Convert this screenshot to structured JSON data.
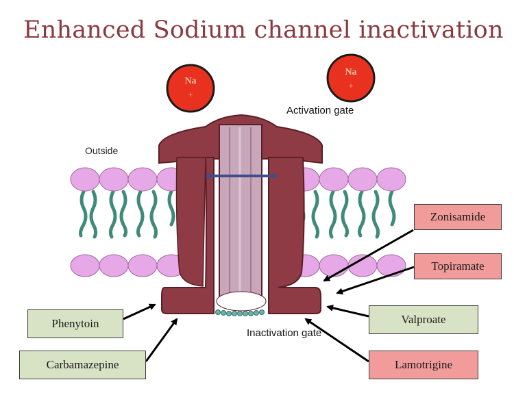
{
  "title": "Enhanced Sodium channel inactivation",
  "labels": {
    "outside": "Outside",
    "activation_gate": "Activation gate",
    "inactivation_gate": "Inactivation gate"
  },
  "ions": [
    {
      "symbol": "Na",
      "charge": "+"
    },
    {
      "symbol": "Na",
      "charge": "+"
    }
  ],
  "drugs": {
    "phenytoin": "Phenytoin",
    "carbamazepine": "Carbamazepine",
    "zonisamide": "Zonisamide",
    "topiramate": "Topiramate",
    "valproate": "Valproate",
    "lamotrigine": "Lamotrigine"
  },
  "colors": {
    "title": "#8a3a3f",
    "channel": "#8e3b45",
    "pore": "#c9a7bb",
    "lipid_head": "#e6a8e6",
    "lipid_tail": "#3f8b78",
    "ion": "#e8321f",
    "green_box": "#d8e2c4",
    "red_box": "#f29b9b"
  }
}
